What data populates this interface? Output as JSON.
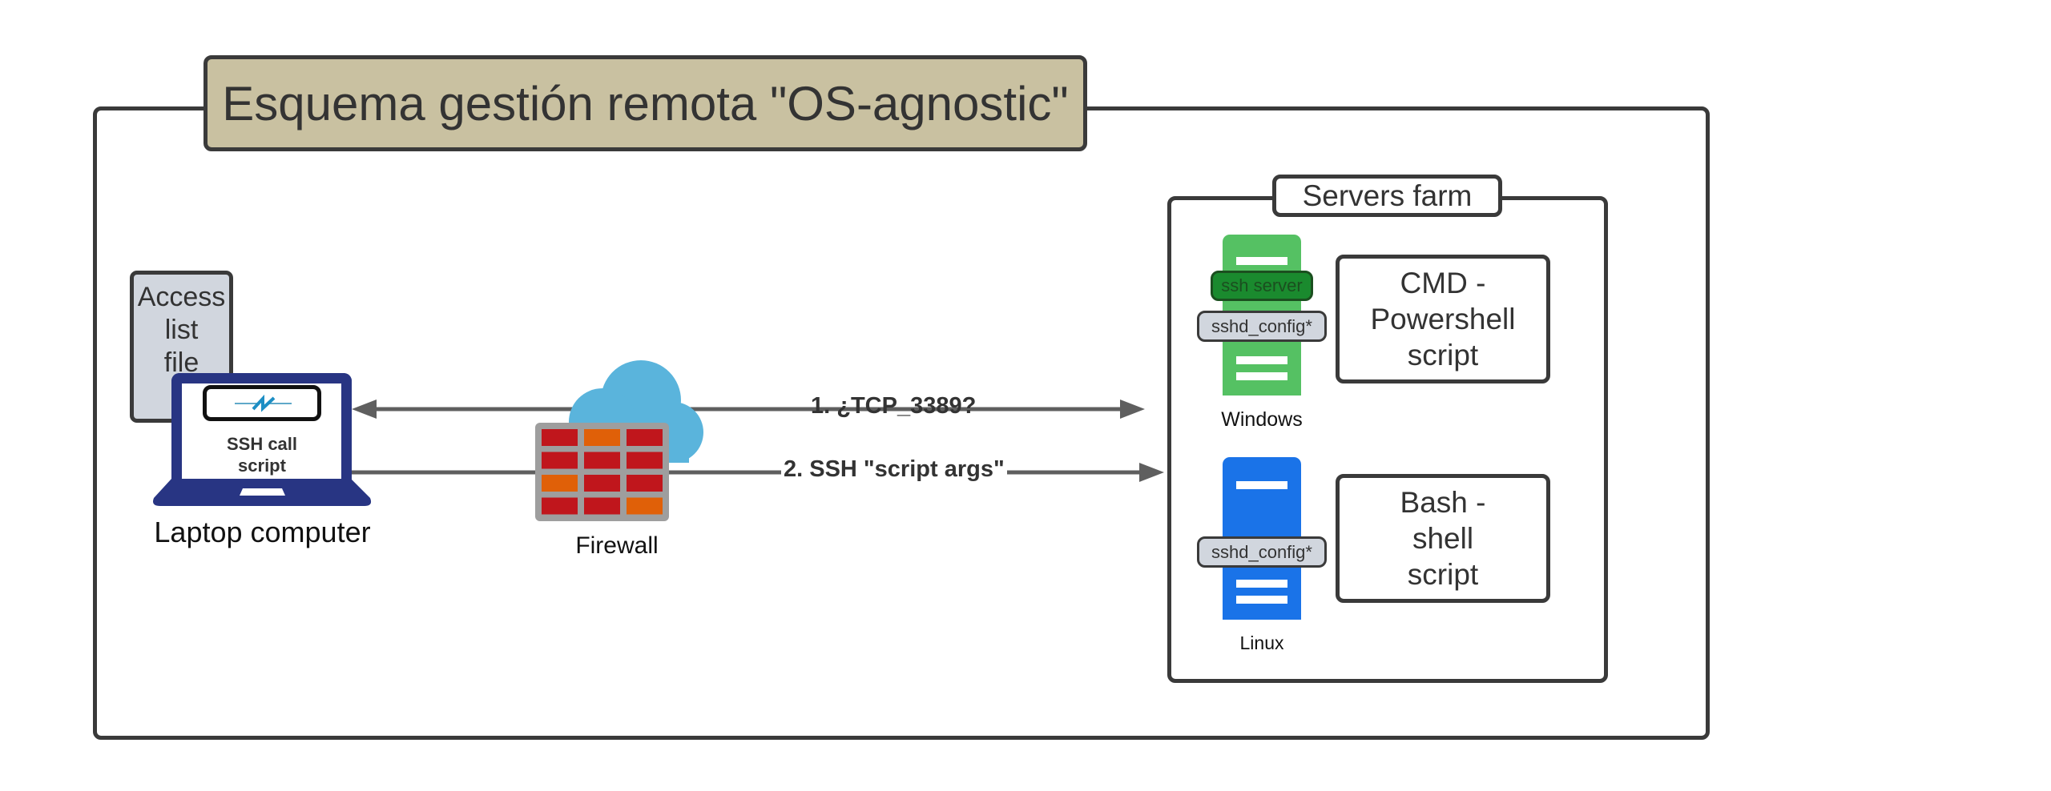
{
  "diagram": {
    "title": "Esquema gestión remota \"OS-agnostic\"",
    "client": {
      "access_file": {
        "line1": "Access",
        "line2": "list",
        "line3": "file"
      },
      "laptop_screen": {
        "line1": "SSH call",
        "line2": "script"
      },
      "laptop_label": "Laptop computer",
      "connection_icon": "lightning-link-icon"
    },
    "firewall": {
      "label": "Firewall",
      "icon": "firewall-cloud-icon"
    },
    "connections": [
      {
        "label": "1. ¿TCP_3389?",
        "direction": "bidirectional"
      },
      {
        "label": "2. SSH \"script args\"",
        "direction": "to-servers"
      }
    ],
    "servers_farm": {
      "label": "Servers farm",
      "servers": [
        {
          "os": "Windows",
          "badges": [
            "ssh server",
            "sshd_config*"
          ],
          "script": {
            "line1": "CMD -",
            "line2": "Powershell",
            "line3": "script"
          }
        },
        {
          "os": "Linux",
          "badges": [
            "sshd_config*"
          ],
          "script": {
            "line1": "Bash -",
            "line2": "shell",
            "line3": "script"
          }
        }
      ]
    },
    "colors": {
      "title_fill": "#c9c1a1",
      "laptop": "#283583",
      "windows_server": "#55c163",
      "linux_server": "#1a73e8",
      "ssh_server_badge": "#1a8a2e",
      "config_badge": "#d1d6de",
      "cloud": "#5ab4dc",
      "brick_red": "#c0161c",
      "brick_orange": "#e06008",
      "arrow": "#5f5f5f"
    }
  }
}
